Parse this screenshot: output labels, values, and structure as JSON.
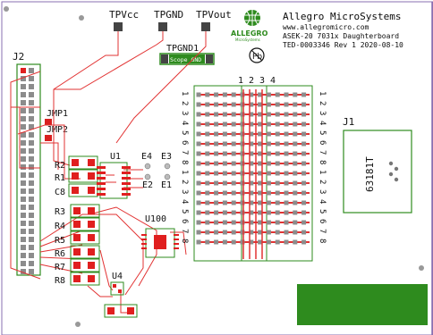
{
  "board": {
    "title": "Allegro MicroSystems",
    "website": "www.allegromicro.com",
    "product": "ASEK-20 7031x Daughterboard",
    "doc_number": "TED-0003346 Rev 1 2020-08-10",
    "logo_text": "ALLEGRO",
    "logo_subtext": "MicroSystems",
    "pb_free_mark": "Pb"
  },
  "testpoints": {
    "tpvcc": "TPVcc",
    "tpgnd": "TPGND",
    "tpvout": "TPVout",
    "tpgnd1": "TPGND1",
    "scope_gnd": "Scope GND"
  },
  "connectors": {
    "j2": "J2",
    "j1": "J1",
    "j1_part": "63181T"
  },
  "jumpers": {
    "jmp1": "JMP1",
    "jmp2": "JMP2"
  },
  "components": {
    "u1": "U1",
    "u4": "U4",
    "u100": "U100",
    "e1": "E1",
    "e2": "E2",
    "e3": "E3",
    "e4": "E4",
    "r1": "R1",
    "r2": "R2",
    "r3": "R3",
    "r4": "R4",
    "r5": "R5",
    "r6": "R6",
    "r7": "R7",
    "r8": "R8",
    "c8": "C8"
  },
  "breadboard": {
    "columns": [
      "1",
      "2",
      "3",
      "4"
    ],
    "row_digits": [
      "1",
      "2",
      "3",
      "4",
      "5",
      "6",
      "7",
      "8",
      "1",
      "2",
      "3",
      "4",
      "5",
      "6",
      "7",
      "8"
    ]
  },
  "colors": {
    "trace": "#e23333",
    "pad": "#e01f1f",
    "silkscreen": "#2e8b1e",
    "outline": "#8a6fb0",
    "text": "#111111"
  }
}
